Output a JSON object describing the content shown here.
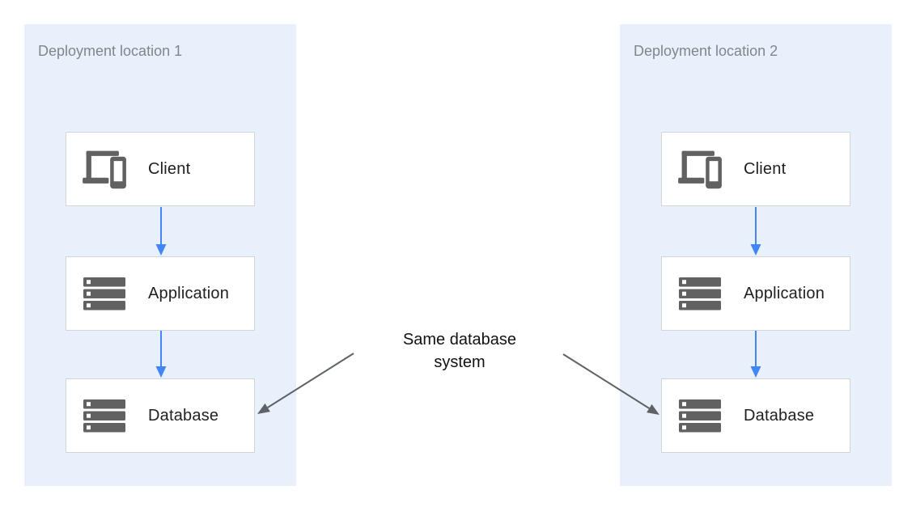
{
  "colors": {
    "panel_bg": "#E8F1FB",
    "box_border": "#D2D5D9",
    "icon_gray": "#616161",
    "arrow_blue": "#4285F4",
    "arrow_dark": "#5F6368",
    "title_gray": "#80868B",
    "label_dark": "#202124",
    "canvas_bg": "#FFFFFF"
  },
  "diagram": {
    "panels": [
      {
        "title": "Deployment location 1",
        "nodes": [
          {
            "label": "Client",
            "icon": "client-devices-icon"
          },
          {
            "label": "Application",
            "icon": "server-stack-icon"
          },
          {
            "label": "Database",
            "icon": "server-stack-icon"
          }
        ]
      },
      {
        "title": "Deployment location 2",
        "nodes": [
          {
            "label": "Client",
            "icon": "client-devices-icon"
          },
          {
            "label": "Application",
            "icon": "server-stack-icon"
          },
          {
            "label": "Database",
            "icon": "server-stack-icon"
          }
        ]
      }
    ],
    "annotation": {
      "line1": "Same database",
      "line2": "system"
    }
  }
}
